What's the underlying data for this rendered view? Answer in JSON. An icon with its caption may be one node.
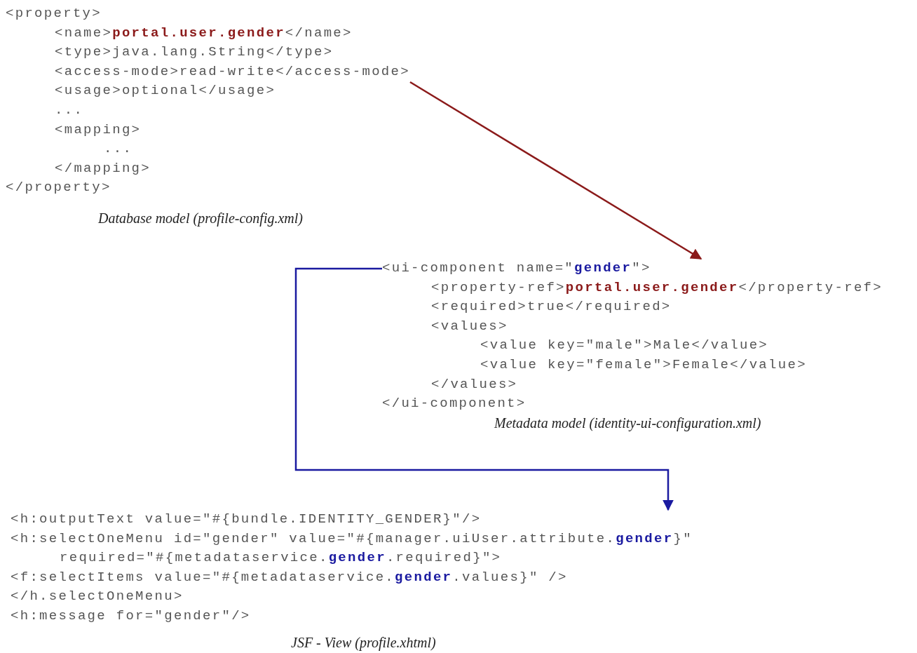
{
  "diagram": {
    "nodes": [
      {
        "text": [
          "<property>",
          "<name>**portal.user.gender**</name>",
          "<type>java.lang.String</type>",
          "<access-mode>read-write</access-mode>",
          "<usage>optional</usage>",
          "...",
          "<mapping>",
          "...",
          "</mapping>",
          "</property>"
        ],
        "beside": [
          "Database model (profile-config.xml)"
        ]
      },
      {
        "text": [
          "<ui-component name=\"**gender**\">",
          "<property-ref>**portal.user.gender**</property-ref>",
          "<required>true</required>",
          "<values>",
          "<value key=\"male\">Male</value>",
          "<value key=\"female\">Female</value>",
          "</values>",
          "</ui-component>"
        ],
        "beside": [
          "Metadata model (identity-ui-configuration.xml)"
        ]
      },
      {
        "text": [
          "<h:outputText value=\"#{bundle.IDENTITY_GENDER}\"/>",
          "<h:selectOneMenu id=\"gender\" value=\"#{manager.uiUser.attribute.**gender**}\"",
          "required=\"#{metadataservice.**gender**.required}\">",
          "<f:selectItems value=\"#{metadataservice.**gender**.values}\" />",
          "</h.selectOneMenu>",
          "<h:message for=\"gender\"/>"
        ],
        "beside": [
          "JSF - View (profile.xhtml)"
        ]
      }
    ],
    "edges": [
      {
        "from": 0,
        "to": 1,
        "arrow": "to",
        "color": "#8b1a1a"
      },
      {
        "from": 1,
        "to": 2,
        "arrow": "to",
        "color": "#1a1aa0"
      }
    ]
  }
}
